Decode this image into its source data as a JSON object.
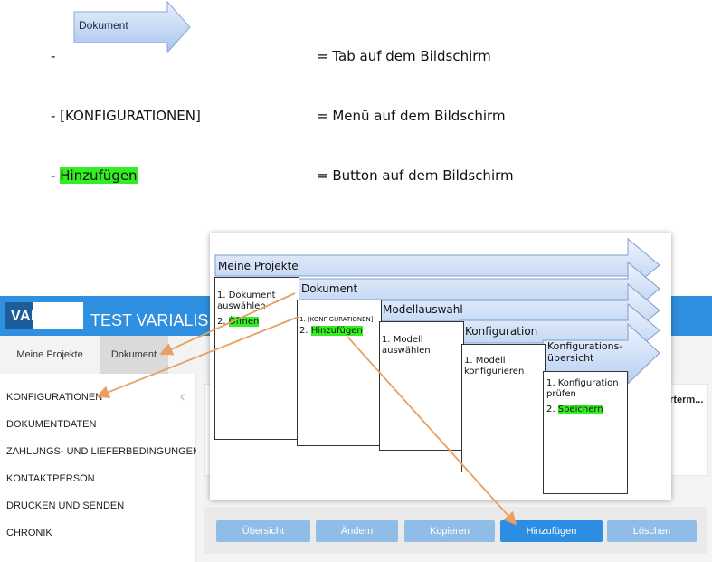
{
  "legend": {
    "tab_example_label": "Dokument",
    "row1_dash": "-",
    "row1_desc": "= Tab auf dem Bildschirm",
    "row2_item": "- [KONFIGURATIONEN]",
    "row2_desc": "= Menü auf dem Bildschirm",
    "row3_dash": "- ",
    "row3_item": "Hinzufügen",
    "row3_desc": "= Button auf dem Bildschirm"
  },
  "app": {
    "logo": "VARIALIS",
    "title": "TEST VARIALIS KO",
    "tabs": [
      "Meine Projekte",
      "Dokument"
    ],
    "sidebar": [
      "KONFIGURATIONEN",
      "DOKUMENTDATEN",
      "ZAHLUNGS- UND LIEFERBEDINGUNGEN",
      "KONTAKTPERSON",
      "DRUCKEN UND SENDEN",
      "CHRONIK"
    ],
    "card_header": "erterm...",
    "buttons": [
      "Übersicht",
      "Ändern",
      "Kopieren",
      "Hinzufügen",
      "Löschen"
    ]
  },
  "diagram": {
    "phases": [
      "Meine Projekte",
      "Dokument",
      "Modellauswahl",
      "Konfiguration",
      "Konfigurations-\nübersicht"
    ],
    "steps": {
      "p1_s1": "1. Dokument auswählen",
      "p1_s2_num": "2. ",
      "p1_s2": "Öffnen",
      "p2_s1": "1. [KONFIGURATIONEN]",
      "p2_s2_num": "2. ",
      "p2_s2": "Hinzufügen",
      "p3_s1": "1. Modell auswählen",
      "p4_s1": "1. Modell konfigurieren",
      "p5_s1": "1. Konfiguration prüfen",
      "p5_s2_num": "2. ",
      "p5_s2": "Speichern"
    }
  },
  "colors": {
    "highlight": "#33ee22",
    "header_blue": "#2f8fe0",
    "arrow_fill": "#c9dcf5",
    "connector": "#e8a060"
  }
}
